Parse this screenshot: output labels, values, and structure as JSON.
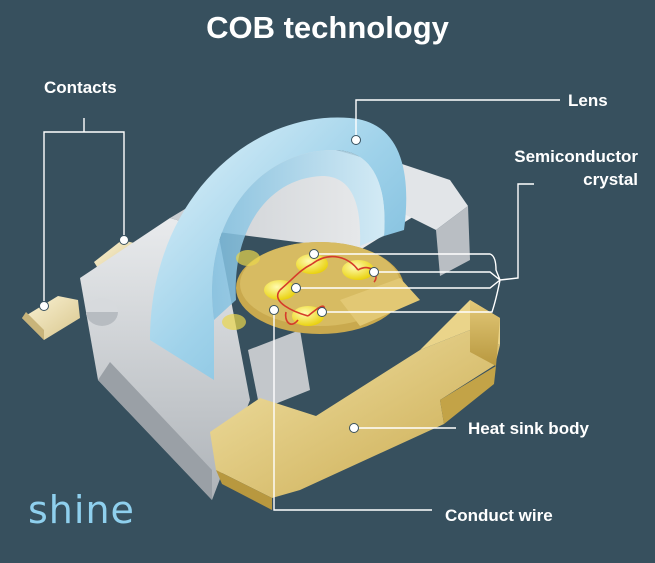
{
  "title": "COB technology",
  "labels": {
    "contacts": "Contacts",
    "lens": "Lens",
    "semiconductor_line1": "Semiconductor",
    "semiconductor_line2": "crystal",
    "heat_sink": "Heat sink body",
    "conduct_wire": "Conduct wire"
  },
  "logo": "shine",
  "colors": {
    "background": "#37505e",
    "lens": "#a8d8ec",
    "housing": "#d6d9dc",
    "heat_sink": "#e6cf86",
    "chip": "#f4e21c",
    "wire": "#d63b2a",
    "callout_line": "#ffffff"
  }
}
